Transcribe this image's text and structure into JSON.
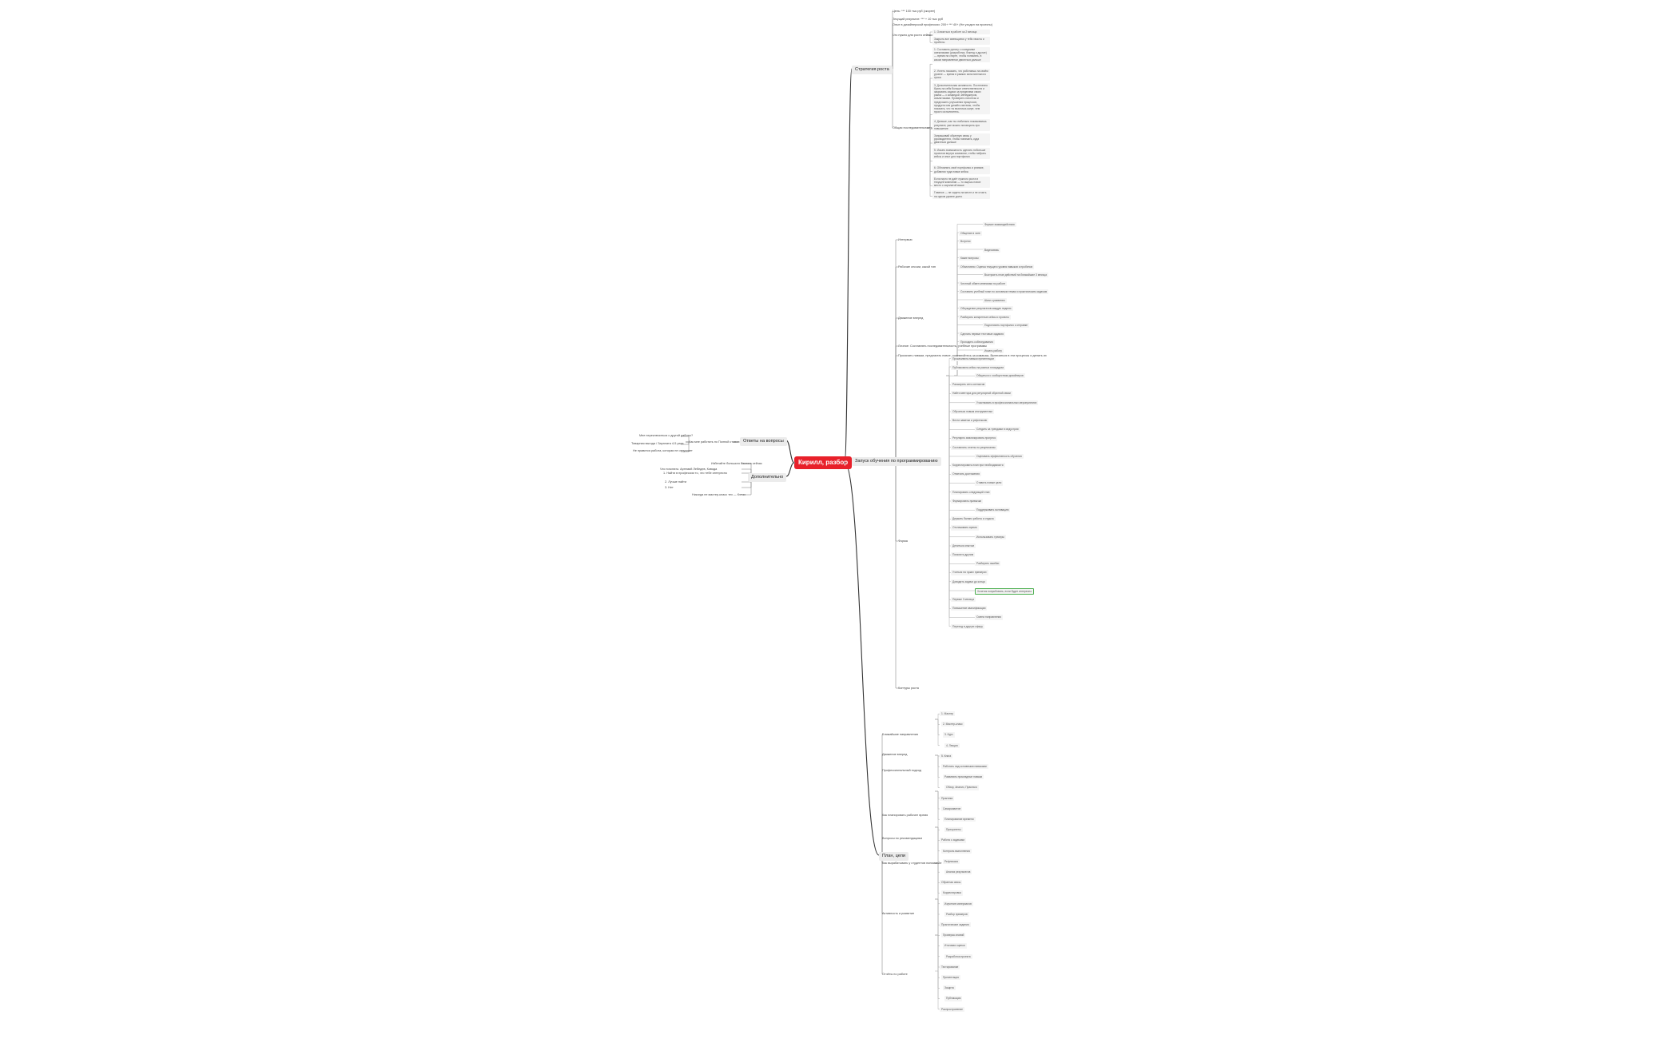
{
  "root": {
    "label": "Кирилл, разбор"
  },
  "branches": {
    "strategy": {
      "label": "Стратегия роста",
      "items": [
        "Цель: *** 100 тыс руб (скорее)",
        "Текущий результат: *** + 10 тыс руб",
        "Опыт в дизайнерской профессии: 200+ *** 40+ (Не уходил на проекты)",
        "Что нужно для роста сейчас:",
        "Общая последовательность роста:"
      ],
      "notes": [
        "1. Освоиться в работе за 2 месяца",
        "Закрыть все имеющиеся у тебя хвосты и пробелы",
        "1. Составить рутину с соседними смежниками (разработка, бэкенд и другие) — время на старте, чтобы понимать, в каком направлении двигаться дальше",
        "2. Успеть показать, что работаешь на своём уровне — время в рамках испытательного срока",
        "3. Дополнительная активность. Постепенно брать на себя больше ответственности и закрывать задачи за пределами своих рамок — с командой, менеджером, аналитиками. Проверить гипотезы и предложить улучшения процессов, продукта или дизайн-системы, чтобы показать, что ты мыслишь шире, чем просто исполнитель.",
        "4. Дальше, как ты стабильно показываешь результат, уже можно поговорить про повышение",
        "Запрашивай обратную связь у руководителя, чтобы понимать, куда двигаться дальше",
        "5. Искать возможность сделать побольше проектов внутри компании, чтобы набрать кейсы и опыт для портфолио",
        "6. Обновлять своё портфолио и резюме, добавляя туда новые кейсы",
        "Если никто не даёт нужного роста в текущей компании — то ищешь новое место с зарплатой выше",
        "Главное — не сидеть на месте и не стоять на одном уровне долго"
      ]
    },
    "questions": {
      "label": "Ответы на вопросы",
      "items": [
        "Мне переключиться с другой работы?",
        "Товарная выгода / Зарплата 4-5 раза",
        "Не нравится работа, которая не отпускает",
        "Как мне работать по Полной ставке"
      ]
    },
    "extra": {
      "label": "Дополнительно",
      "items": [
        "Избегайте большого бэклога сейчас",
        "Что почитать: Артемий Лебедев, Ковода",
        "1. Найти в профессии то, что тебе интересно",
        "2. Лучше найти",
        "3. Нет",
        "Никогда не мастер-класс тех — Кэтчи"
      ]
    },
    "training": {
      "label": "Запуск обучения по программированию",
      "groups": [
        "Интервью",
        "Рабочие сессии, какой тип",
        "Движение вперед",
        "Личное: Составлять последовательность, учебные программы",
        "Прокачать навыки, предлагать новое, соревнуйтесь за команды, Включаться в эти процессы и делать их",
        "Форма",
        "Контуры роста"
      ],
      "notes": [
        "Формат взаимодействия",
        "Общение в чате",
        "Встречи",
        "Видеосвязь",
        "Какие вопросы",
        "Объективно: Оценка текущего уровня навыков и пробелов",
        "Выстроить план действий на ближайшие 3 месяца",
        "Честный обмен мнениями по работе",
        "Составить учебный план по основным темам и практическим задачам",
        "Шаги к развитию",
        "Обсуждение результатов каждую неделю",
        "Разбирать конкретные кейсы и проекты",
        "Подготовить портфолио к отправке",
        "Сделать первые тестовые задания",
        "Проходить собеседования",
        "Искать работу",
        "Прокачивать навыки презентации",
        "Публиковать кейсы на разных площадках",
        "Общаться с сообществом дизайнеров",
        "Расширять сеть контактов",
        "Найти ментора для регулярной обратной связи",
        "Участвовать в профессиональных мероприятиях",
        "Обучаться новым инструментам",
        "Вести заметки и рефлексию",
        "Следить за трендами в индустрии",
        "Регулярно анализировать прогресс",
        "Составлять отчеты по результатам",
        "Оценивать эффективность обучения",
        "Корректировать план при необходимости",
        "Отмечать достижения",
        "Ставить новые цели",
        "Планировать следующий этап",
        "Формировать привычки",
        "Поддерживать мотивацию",
        "Держать баланс работы и отдыха",
        "Отслеживать время",
        "Использовать трекеры",
        "Делиться опытом",
        "Помогать другим",
        "Разбирать ошибки",
        "Учиться на чужих примерах",
        "Доводить задачи до конца",
        "Хочется попробовать, если будет интересно",
        "Первые 3 месяца",
        "Повышение квалификации",
        "Смена направления",
        "Переход в другую сферу"
      ]
    },
    "plan": {
      "label": "План, цели",
      "groups": [
        "Ближайшие направления",
        "Движение вперед",
        "Профессиональный подход",
        "Как планировать рабочее время",
        "Вопросы по рекомендациям",
        "Как вырабатывать у студентов понимание",
        "Активность и развитие",
        "Отчёты по работе"
      ],
      "notes": [
        "1. Мастер",
        "2. Мастер-класс",
        "3. Курс",
        "4. Лекция",
        "5. Книга",
        "Работать над основными навыками",
        "Развивать прикладные навыки",
        "Обзор, Анализ, Практика",
        "Практика",
        "Саморазвитие",
        "Планирование времени",
        "Приоритеты",
        "Работа с задачами",
        "Контроль выполнения",
        "Рефлексия",
        "Анализ результатов",
        "Обратная связь",
        "Корректировка",
        "Изучение материалов",
        "Разбор примеров",
        "Практические задания",
        "Проверка знаний",
        "Итоговая оценка",
        "Разработка проекта",
        "Тестирование",
        "Презентация",
        "Защита",
        "Публикация",
        "Распространение"
      ]
    }
  }
}
